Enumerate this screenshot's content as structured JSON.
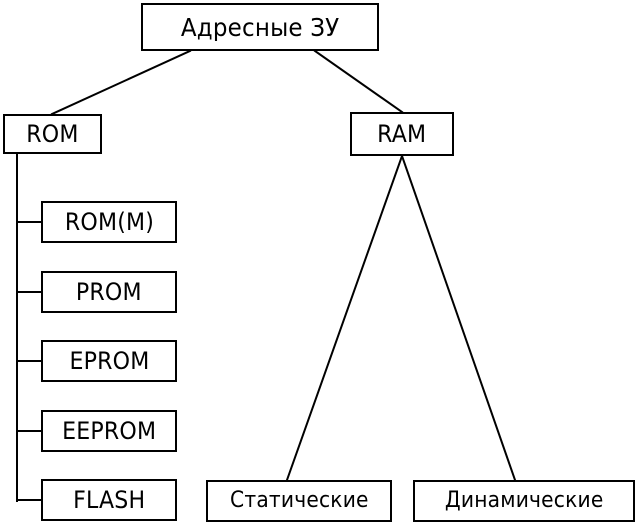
{
  "diagram": {
    "root": "Адресные ЗУ",
    "rom": "ROM",
    "ram": "RAM",
    "rom_children": [
      "ROM(M)",
      "PROM",
      "EPROM",
      "EEPROM",
      "FLASH"
    ],
    "ram_children": [
      "Статические",
      "Динамические"
    ]
  },
  "colors": {
    "stroke": "#000000",
    "box_fill": "#ffffff",
    "background": "#ffffff"
  }
}
